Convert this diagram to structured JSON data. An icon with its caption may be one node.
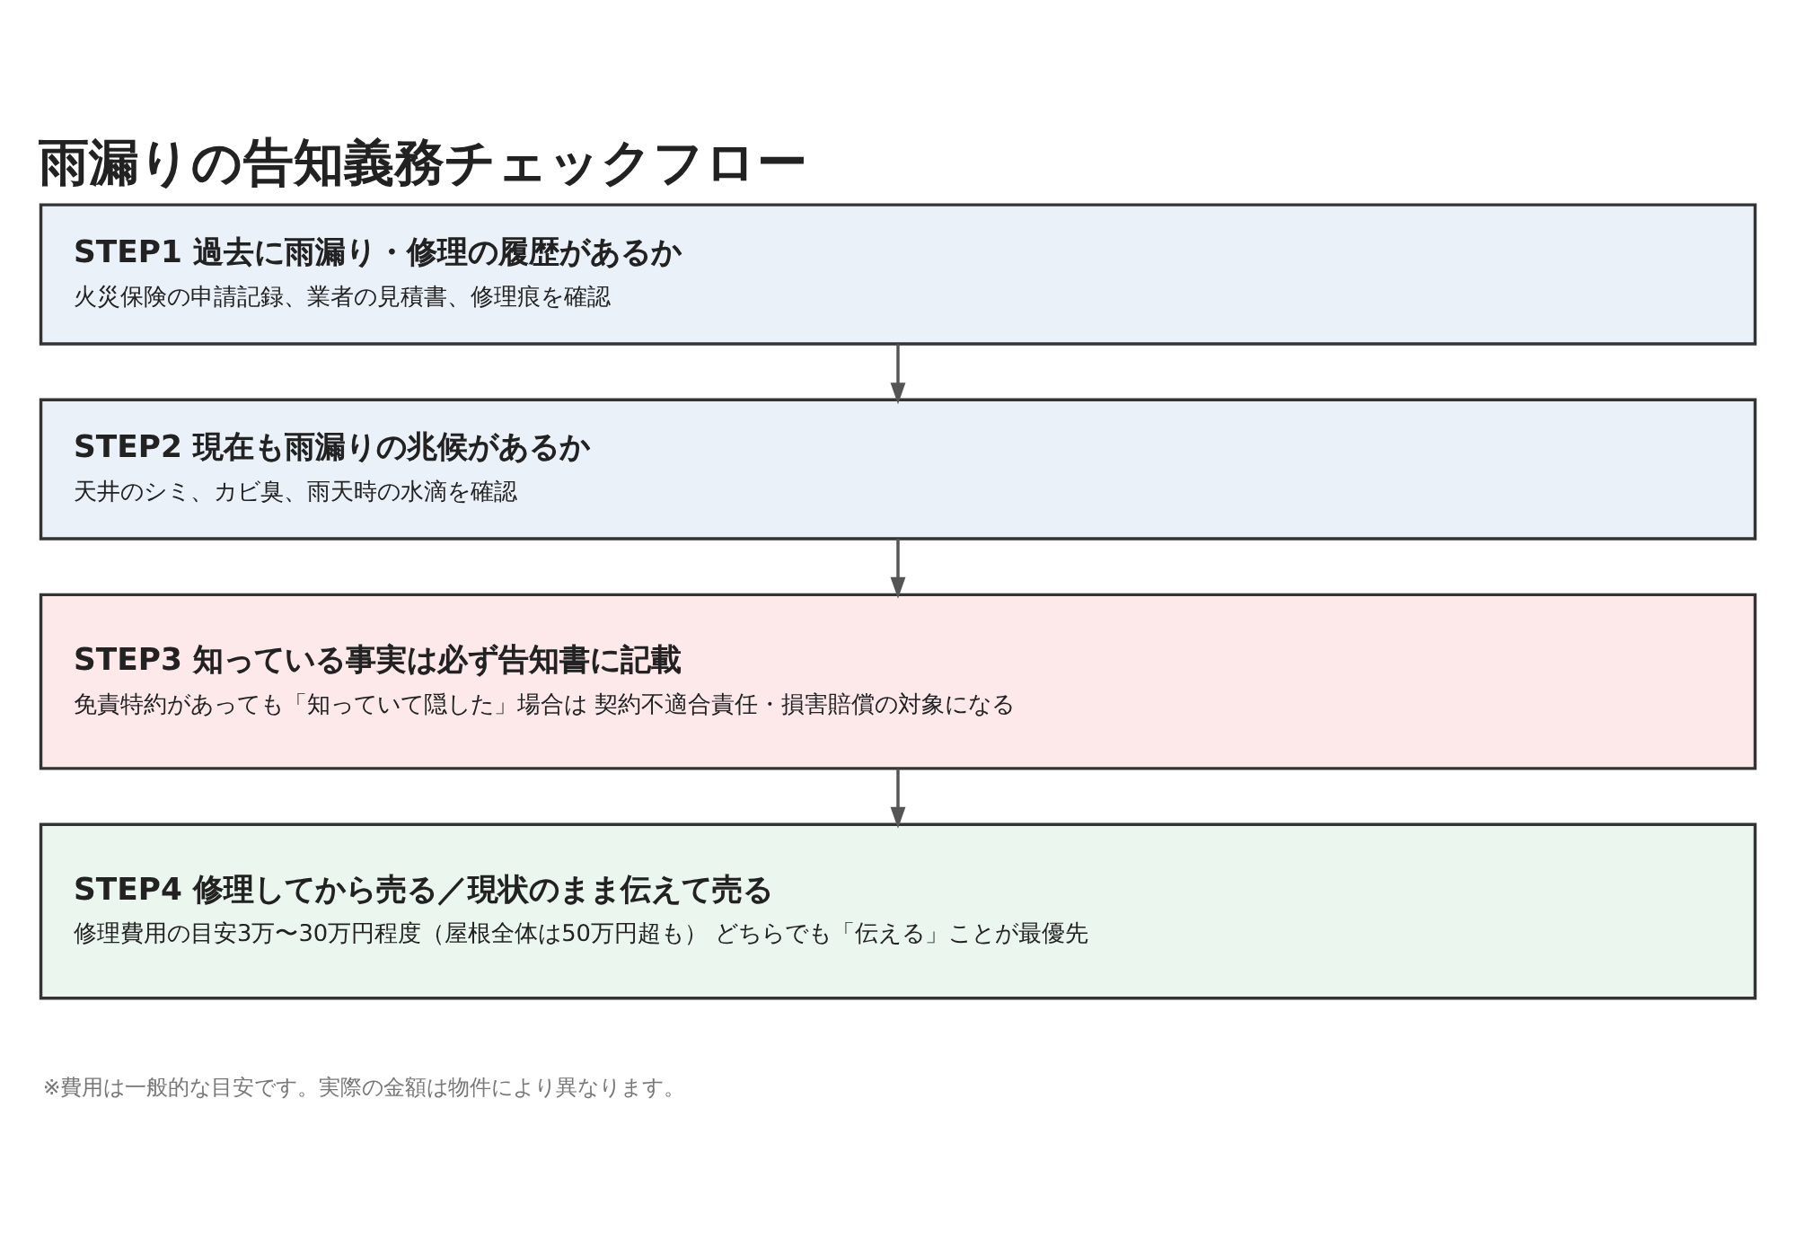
{
  "diagram": {
    "title": "雨漏りの告知義務チェックフロー",
    "nodes": [
      {
        "text": [
          "STEP1 過去に雨漏り・修理の履歴があるか",
          "火災保険の申請記録、業者の見積書、修理痕を確認"
        ]
      },
      {
        "text": [
          "STEP2 現在も雨漏りの兆候があるか",
          "天井のシミ、カビ臭、雨天時の水滴を確認"
        ]
      },
      {
        "text": [
          "STEP3 知っている事実は必ず告知書に記載",
          "免責特約があっても「知っていて隠した」場合は 契約不適合責任・損害賠償の対象になる"
        ]
      },
      {
        "text": [
          "STEP4 修理してから売る／現状のまま伝えて売る",
          "修理費用の目安3万〜30万円程度（屋根全体は50万円超も） どちらでも「伝える」ことが最優先"
        ]
      }
    ],
    "edges": [
      {
        "from": 0,
        "to": 1,
        "arrow": "to"
      },
      {
        "from": 1,
        "to": 2,
        "arrow": "to"
      },
      {
        "from": 2,
        "to": 3,
        "arrow": "to"
      }
    ],
    "caption": "※費用は一般的な目安です。実際の金額は物件により異なります。"
  }
}
